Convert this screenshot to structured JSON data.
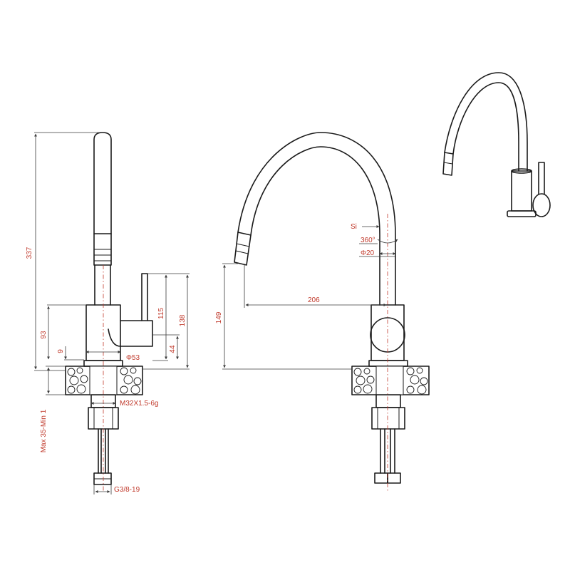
{
  "drawing": {
    "side_view": {
      "height_total": "337",
      "body_height": "93",
      "handle_height": "115",
      "overall_height": "138",
      "base_height": "44",
      "offset": "9",
      "body_diameter": "Φ53",
      "mount_thread": "M32X1.5-6g",
      "countertop": "Max 35-Min 1",
      "hose_thread": "G3/8-19"
    },
    "front_view": {
      "spout_label": "Si",
      "rotation": "360°",
      "aerator_diameter": "Φ20",
      "reach": "206",
      "spout_height": "149"
    }
  }
}
